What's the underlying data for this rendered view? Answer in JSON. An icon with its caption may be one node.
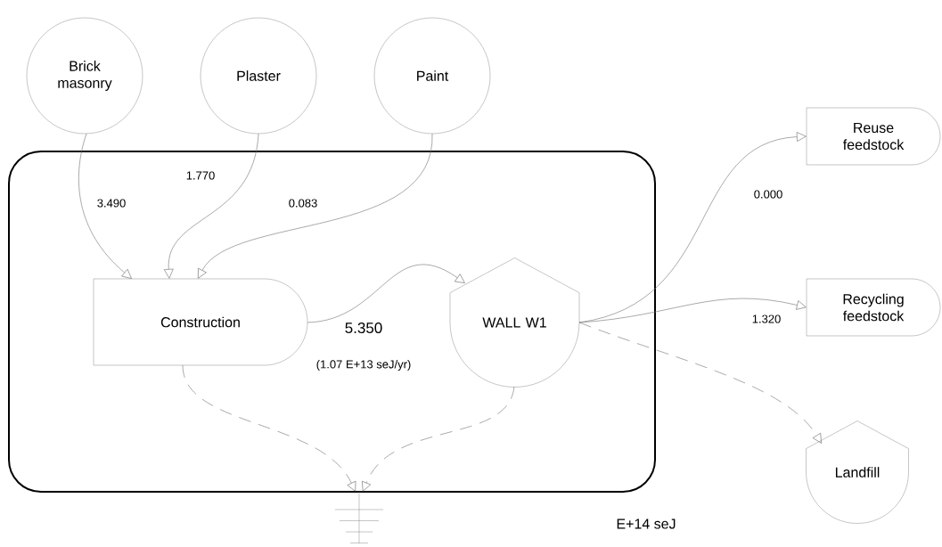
{
  "diagram": {
    "nodes": [
      {
        "text": [],
        "shape": "box"
      },
      {
        "text": [
          "Brick masonry"
        ]
      },
      {
        "text": [
          "Plaster"
        ]
      },
      {
        "text": [
          "Paint"
        ]
      },
      {
        "text": [
          "Construction"
        ],
        "in": 0
      },
      {
        "text": [
          "WALL W1"
        ],
        "in": 0
      },
      {
        "text": [
          "Reuse feedstock"
        ]
      },
      {
        "text": [
          "Recycling feedstock"
        ]
      },
      {
        "text": [
          "Landfill"
        ]
      },
      {
        "text": [],
        "shape": "ground"
      }
    ],
    "edges": [
      {
        "from": 1,
        "to": 4,
        "arrow": "to",
        "label": "3.490"
      },
      {
        "from": 2,
        "to": 4,
        "arrow": "to",
        "label": "1.770"
      },
      {
        "from": 3,
        "to": 4,
        "arrow": "to",
        "label": "0.083"
      },
      {
        "from": 4,
        "to": 5,
        "arrow": "to",
        "label": "5.350"
      },
      {
        "from": 5,
        "to": 6,
        "arrow": "to",
        "label": "0.000"
      },
      {
        "from": 5,
        "to": 7,
        "arrow": "to",
        "label": "1.320"
      },
      {
        "from": 5,
        "to": 8,
        "arrow": "to",
        "style": "dashed"
      },
      {
        "from": 4,
        "to": 9,
        "arrow": "to",
        "style": "dashed"
      },
      {
        "from": 5,
        "to": 9,
        "arrow": "to",
        "style": "dashed"
      }
    ],
    "labels": [
      "(1.07 E+13 seJ/yr)",
      "E+14 seJ"
    ]
  }
}
